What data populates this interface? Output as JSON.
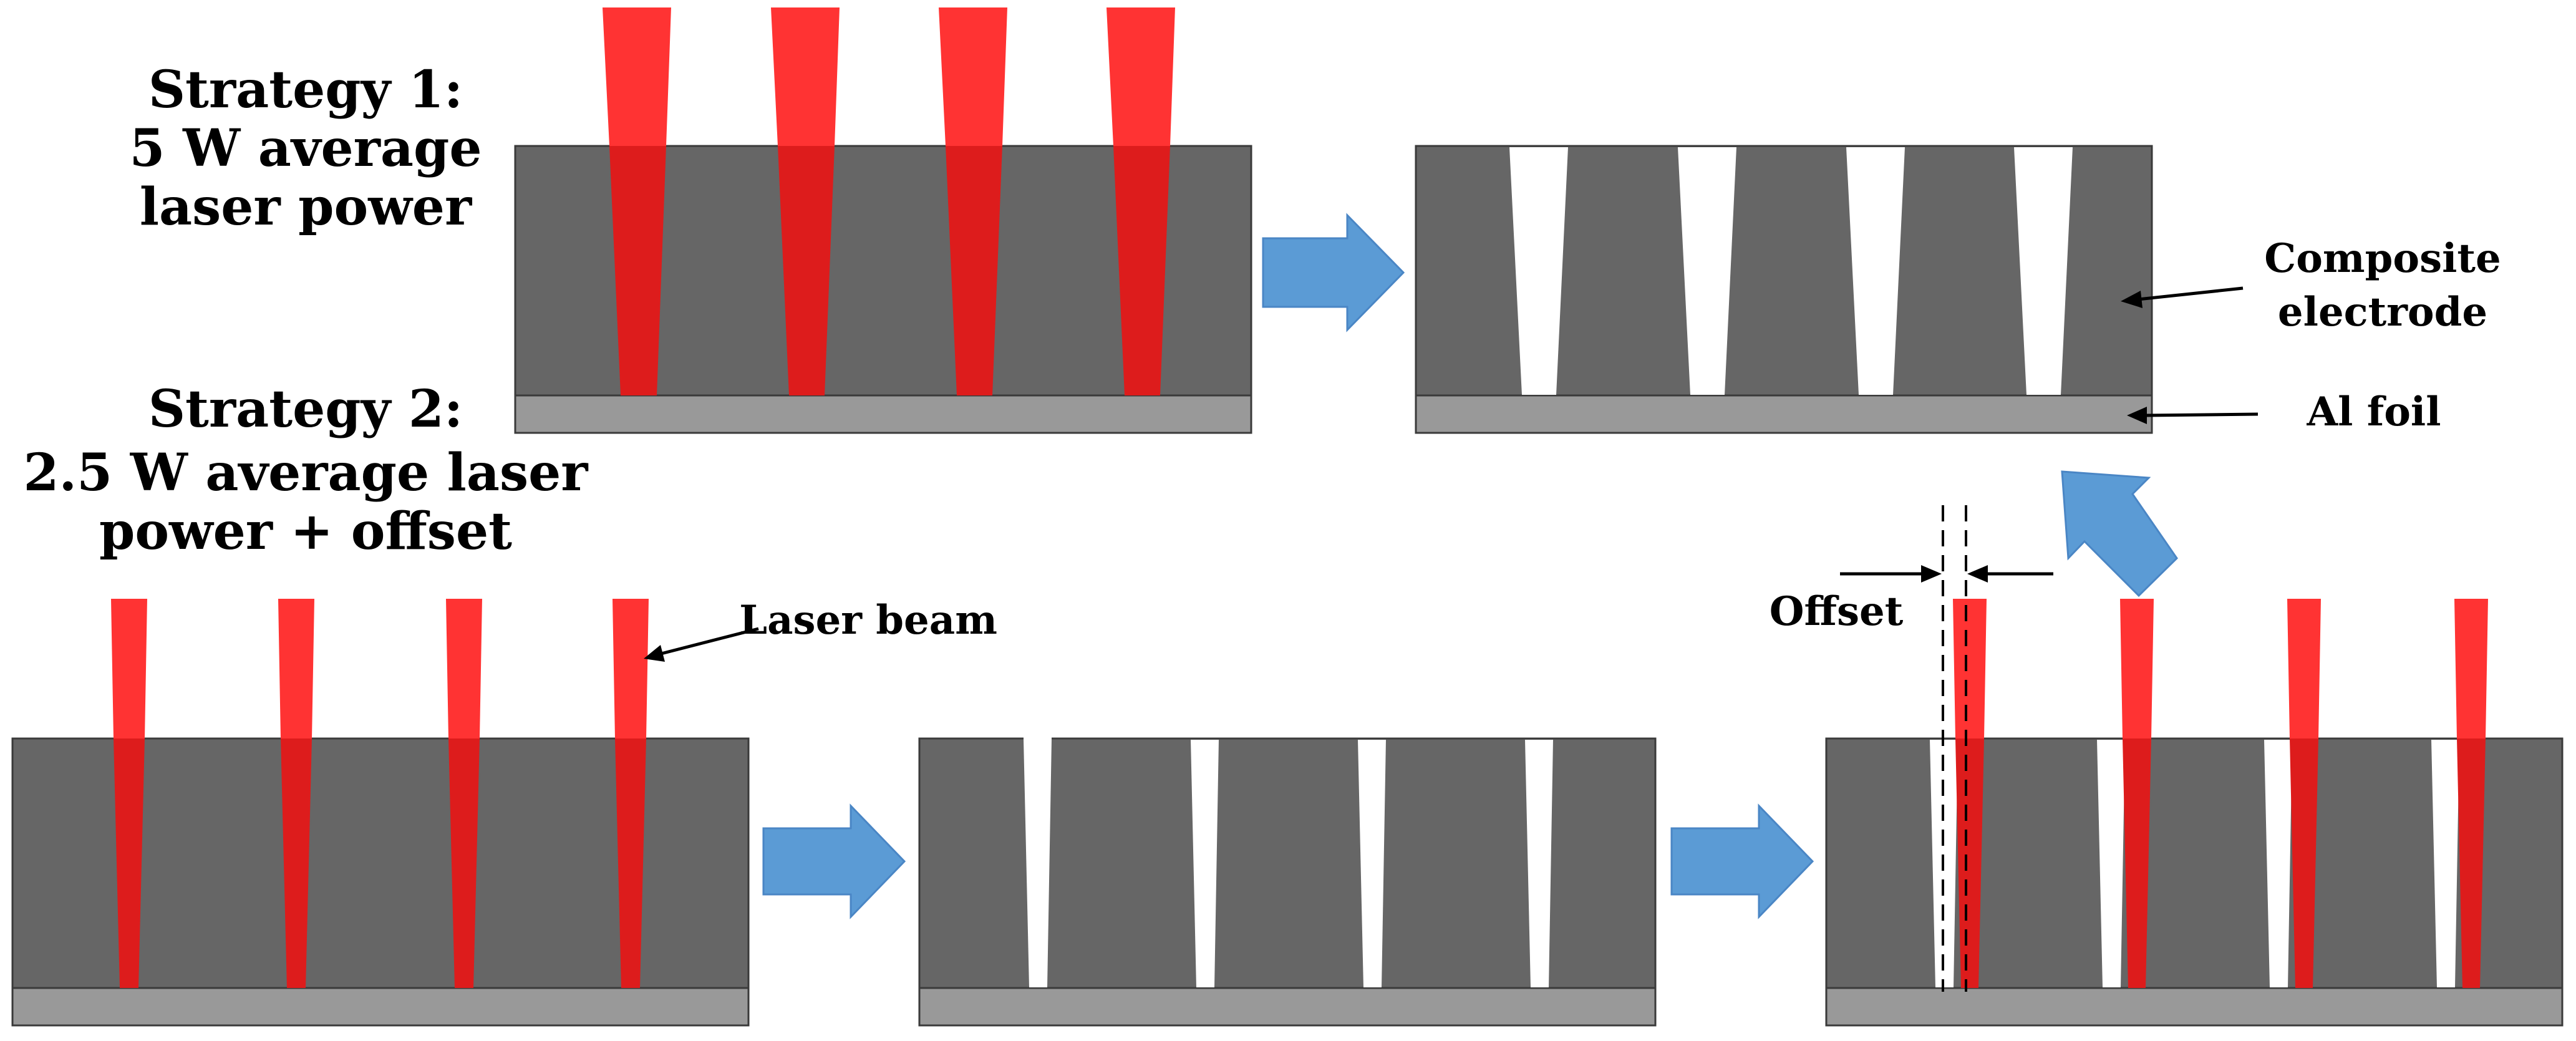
{
  "labels": {
    "strategy1_title": "Strategy 1:",
    "strategy1_line1": "5 W average",
    "strategy1_line2": "laser power",
    "strategy2_title": "Strategy 2:",
    "strategy2_line1": "2.5 W average laser",
    "strategy2_line2": "power + offset",
    "composite_line1": "Composite",
    "composite_line2": "electrode",
    "al_foil": "Al foil",
    "laser_beam": "Laser beam",
    "offset": "Offset"
  },
  "colors": {
    "electrode": "#666666",
    "foil": "#999999",
    "laser": "#ff3333",
    "laser_inside": "#dd1c1c",
    "arrow": "#5b9bd5",
    "outline": "#3a3a3a",
    "background": "#ffffff"
  }
}
